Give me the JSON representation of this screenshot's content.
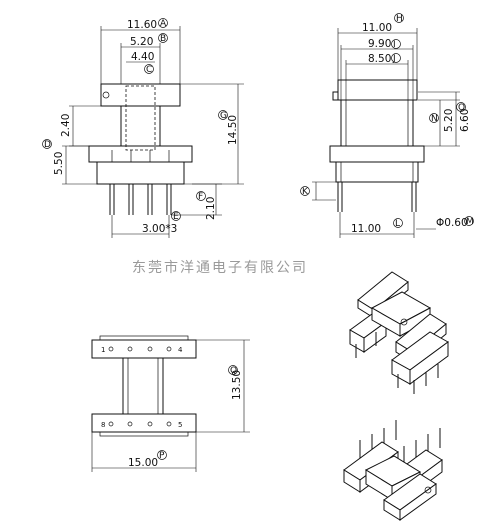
{
  "company": "东莞市洋通电子有限公司",
  "front_view": {
    "dims": {
      "width": "11.60",
      "window": "5.20",
      "core": "4.40",
      "height": "14.50",
      "flange": "2.40",
      "base": "5.50",
      "pin_len": "2.10",
      "pitch": "3.00*3"
    },
    "tags": {
      "width": "A",
      "window": "B",
      "core": "C",
      "flange": "D",
      "height": "G",
      "pin_len": "F",
      "pitch": "E"
    }
  },
  "side_view": {
    "dims": {
      "top": "11.00",
      "a": "9.90",
      "b": "8.50",
      "c": "5.20",
      "d": "6.60",
      "bottom": "11.00",
      "pin_dia": "Φ0.60"
    },
    "tags": {
      "top": "H",
      "a": "I",
      "b": "J",
      "c": "N",
      "d": "O",
      "bottom": "L",
      "pin_dia": "M",
      "k": "K"
    }
  },
  "bottom_view": {
    "dims": {
      "height": "13.50",
      "width": "15.00"
    },
    "tags": {
      "height": "Q",
      "width": "P"
    },
    "pins_top": [
      "1",
      "4"
    ],
    "pins_bottom": [
      "8",
      "5"
    ]
  }
}
